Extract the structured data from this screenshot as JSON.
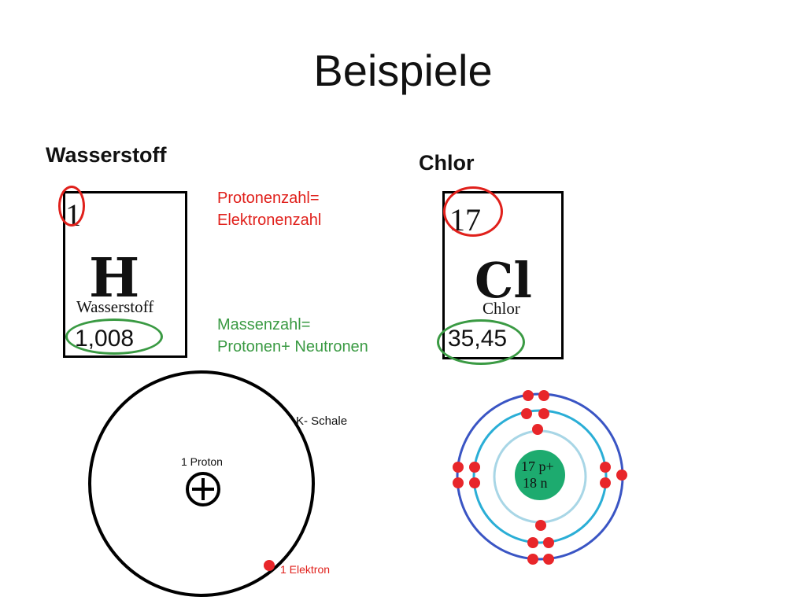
{
  "slide": {
    "title": "Beispiele"
  },
  "hydrogen": {
    "heading": "Wasserstoff",
    "tile": {
      "atomic_number": "1",
      "symbol": "H",
      "name": "Wasserstoff",
      "mass": "1,008"
    },
    "model": {
      "shell_label": "K- Schale",
      "nucleus_label": "1 Proton",
      "nucleus_symbol": "+",
      "electron_label": "1 Elektron"
    }
  },
  "chlorine": {
    "heading": "Chlor",
    "tile": {
      "atomic_number": "17",
      "symbol": "Cl",
      "name": "Chlor",
      "mass": "35,45"
    },
    "model": {
      "nucleus_line1": "17 p+",
      "nucleus_line2": "18 n"
    }
  },
  "notes": {
    "proton_line1": "Protonenzahl=",
    "proton_line2": "Elektronenzahl",
    "mass_line1": "Massenzahl=",
    "mass_line2": "Protonen+ Neutronen"
  },
  "colors": {
    "highlight_red": "#e0201b",
    "highlight_green": "#3a9a43",
    "shell_outer": "#3a55c4",
    "shell_inner": "#2aaed6",
    "nucleus": "#1dab6f",
    "electron": "#e8262a"
  }
}
